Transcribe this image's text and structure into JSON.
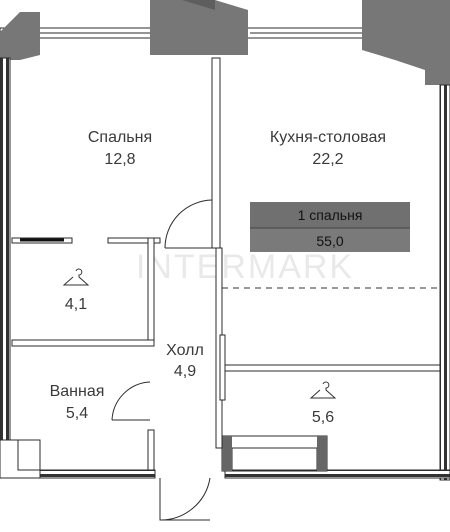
{
  "plan": {
    "summary": {
      "rooms_label": "1 спальня",
      "total_area": "55,0",
      "color": "#707070",
      "text_color": "#111111"
    },
    "watermark": "INTERMARK",
    "rooms": [
      {
        "id": "bedroom",
        "name": "Спальня",
        "area": "12,8"
      },
      {
        "id": "kitchen",
        "name": "Кухня-столовая",
        "area": "22,2"
      },
      {
        "id": "wardrobe-1",
        "name": "",
        "area": "4,1",
        "icon": "hanger-icon"
      },
      {
        "id": "hall",
        "name": "Холл",
        "area": "4,9"
      },
      {
        "id": "bathroom",
        "name": "Ванная",
        "area": "5,4"
      },
      {
        "id": "wardrobe-2",
        "name": "",
        "area": "5,6",
        "icon": "hanger-icon"
      }
    ],
    "colors": {
      "wall": "#777777",
      "wall_dark": "#666666",
      "line": "#2b2b2b",
      "text": "#3a3a3a"
    }
  }
}
